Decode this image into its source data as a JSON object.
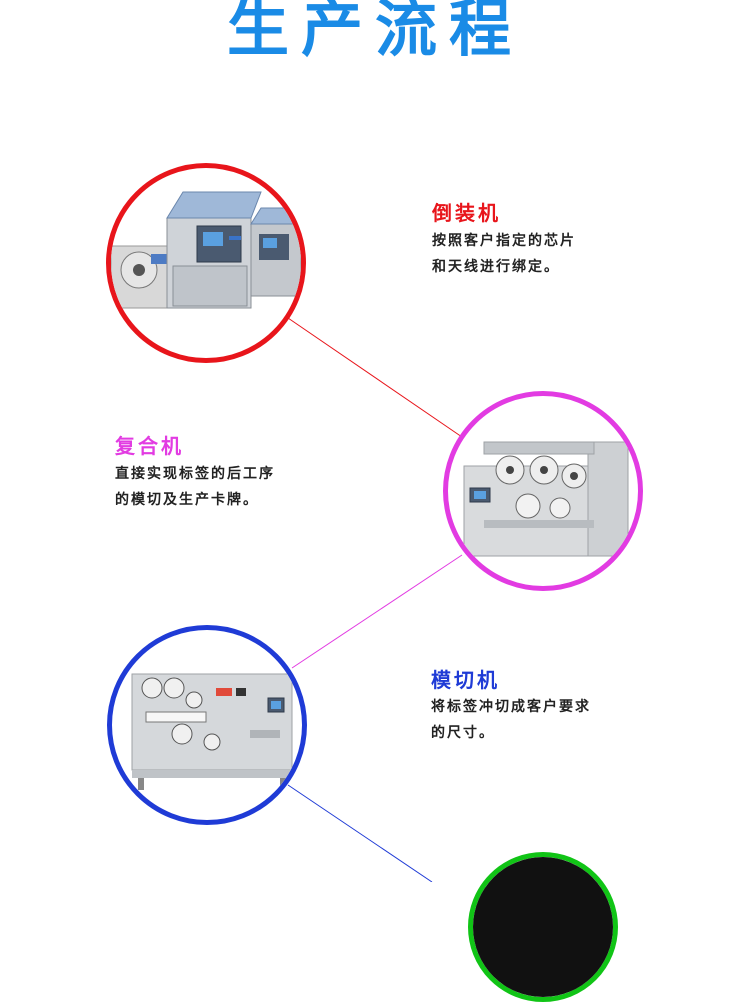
{
  "page": {
    "title": "生产流程",
    "title_color": "#1a8be6"
  },
  "steps": [
    {
      "id": "flip-chip",
      "title": "倒装机",
      "color": "#e8151b",
      "desc_lines": [
        "按照客户指定的芯片",
        "和天线进行绑定。"
      ],
      "image_icon": "flip-chip-machine-image"
    },
    {
      "id": "laminator",
      "title": "复合机",
      "color": "#e23be2",
      "desc_lines": [
        "直接实现标签的后工序",
        "的模切及生产卡牌。"
      ],
      "image_icon": "laminating-machine-image"
    },
    {
      "id": "die-cutter",
      "title": "模切机",
      "color": "#1f3bd6",
      "desc_lines": [
        "将标签冲切成客户要求",
        "的尺寸。"
      ],
      "image_icon": "die-cutting-machine-image"
    },
    {
      "id": "next",
      "color": "#11c416",
      "image_icon": "next-step-image"
    }
  ]
}
